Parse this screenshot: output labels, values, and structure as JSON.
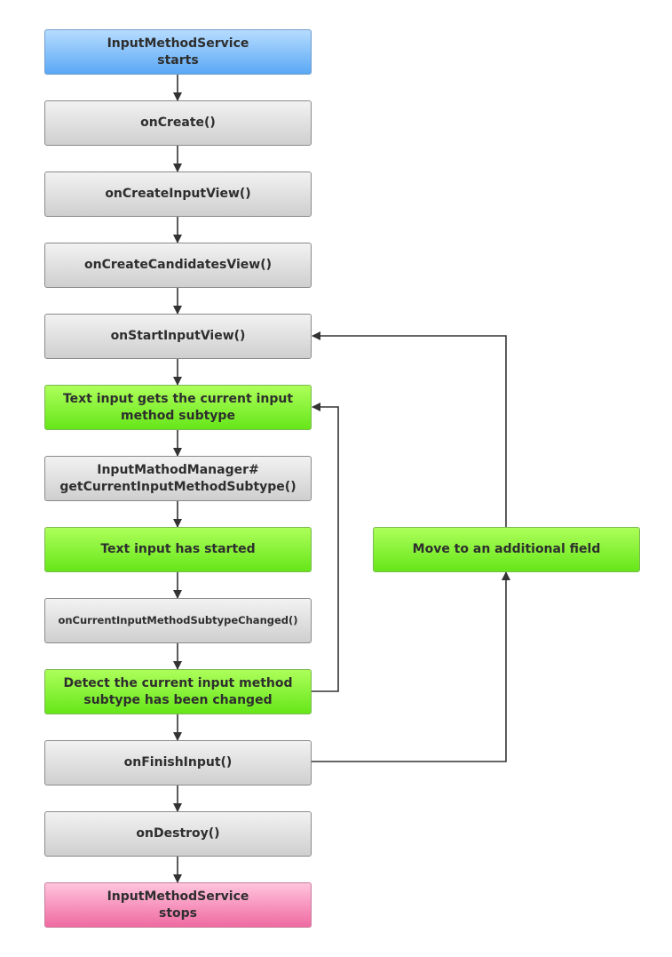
{
  "nodes": {
    "service_starts": "InputMethodService\nstarts",
    "on_create": "onCreate()",
    "on_create_input_view": "onCreateInputView()",
    "on_create_candidates_view": "onCreateCandidatesView()",
    "on_start_input_view": "onStartInputView()",
    "text_input_gets_subtype": "Text input gets the current input\nmethod subtype",
    "get_current_subtype": "InputMathodManager#\ngetCurrentInputMethodSubtype()",
    "text_input_started": "Text input has started",
    "on_subtype_changed": "onCurrentInputMethodSubtypeChanged()",
    "detect_subtype_changed": "Detect the current input method\nsubtype has been changed",
    "on_finish_input": "onFinishInput()",
    "on_destroy": "onDestroy()",
    "service_stops": "InputMethodService\nstops",
    "move_to_additional_field": "Move to an additional field"
  },
  "colors": {
    "start": "#5aa8f5",
    "process": "#cfcfcf",
    "event": "#66e619",
    "end": "#ef6aa2",
    "arrow": "#333333"
  }
}
